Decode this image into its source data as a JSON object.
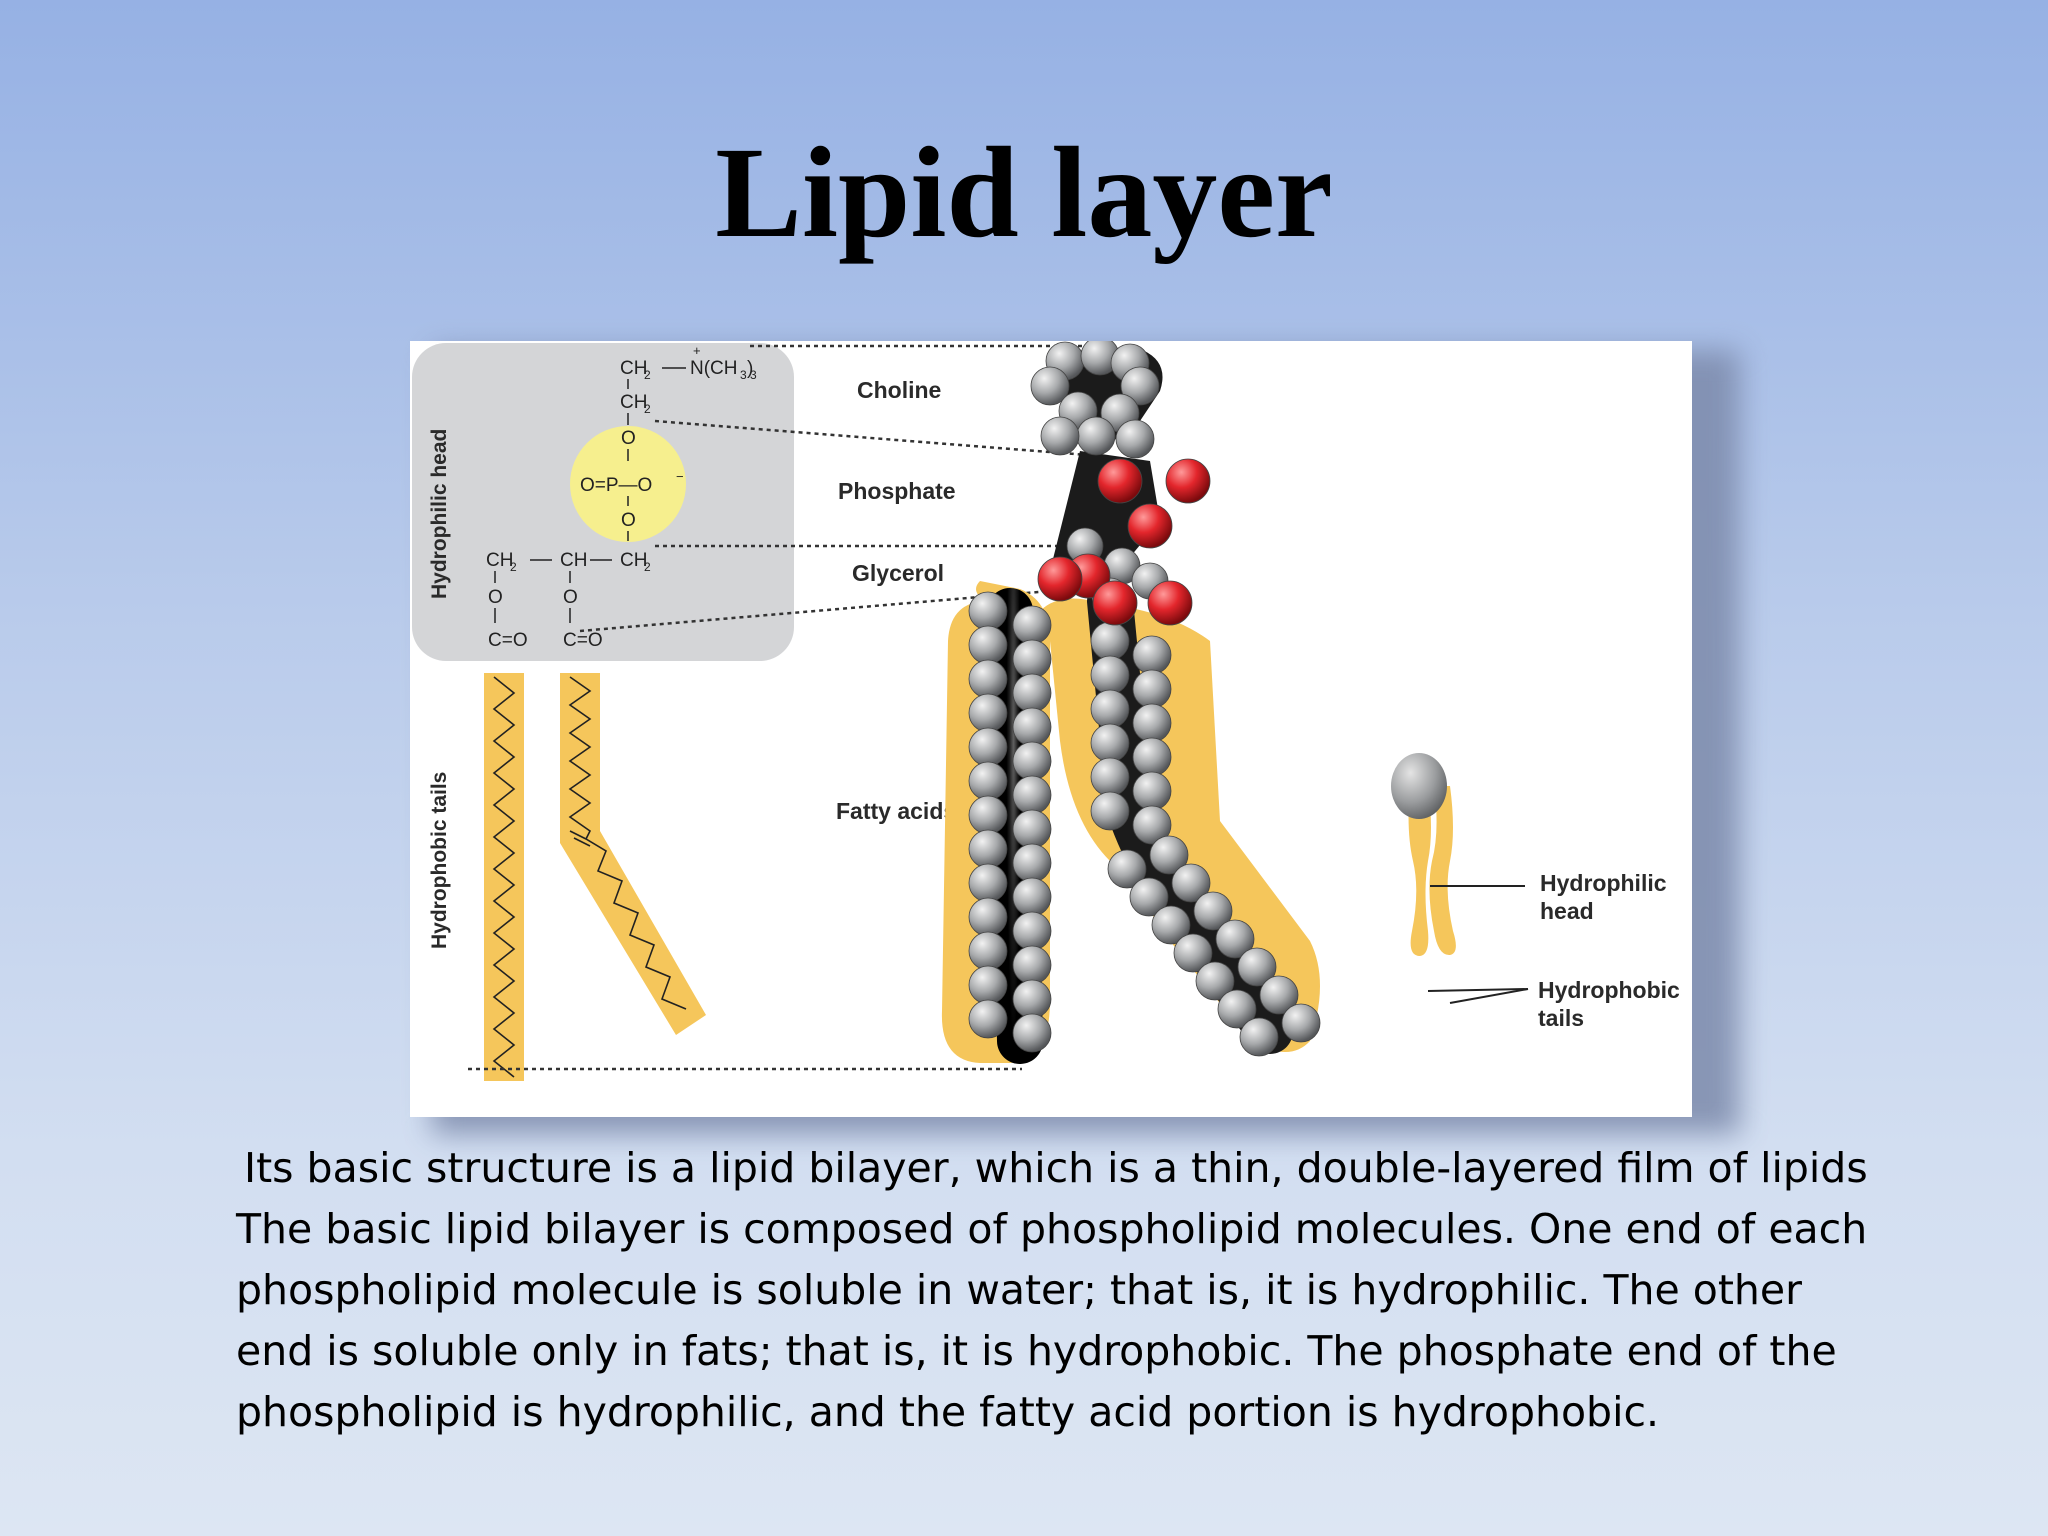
{
  "slide": {
    "title": "Lipid layer"
  },
  "diagram": {
    "side_labels": {
      "head": "Hydrophilic head",
      "tails": "Hydrophobic tails"
    },
    "formula": {
      "choline_ch2": "CH",
      "choline_n": "N(CH",
      "ch2": "CH",
      "o_top": "O",
      "phosphate": "O=P—O",
      "o_bottom": "O",
      "glycerol_left": "CH",
      "glycerol_mid": "CH",
      "glycerol_right": "CH",
      "ester_o_left": "O",
      "ester_o_right": "O",
      "carbonyl_left": "C=O",
      "carbonyl_right": "C=O"
    },
    "parts": {
      "choline": "Choline",
      "phosphate": "Phosphate",
      "glycerol": "Glycerol",
      "fatty_acids": "Fatty acids"
    },
    "legend": {
      "head_line1": "Hydrophilic",
      "head_line2": "head",
      "tails_line1": "Hydrophobic",
      "tails_line2": "tails"
    },
    "colors": {
      "tail_fill": "#f5c65b",
      "head_box": "#d4d5d7",
      "phosphate_circle": "#f6ef8e",
      "oxygen": "#d9282e",
      "carbon": "#1a1a1a",
      "hydrogen": "#a4a6a8"
    }
  },
  "text": {
    "line1": "Its basic structure is a lipid bilayer, which is a thin, double-layered film of lipids",
    "line2": "The basic lipid bilayer is composed of phospholipid molecules. One end of each",
    "line3": "phospholipid molecule is soluble in water; that is, it is hydrophilic. The other",
    "line4": "end is soluble only in fats; that is, it is hydrophobic. The phosphate end of the",
    "line5": "phospholipid is hydrophilic, and the fatty acid portion is hydrophobic."
  }
}
